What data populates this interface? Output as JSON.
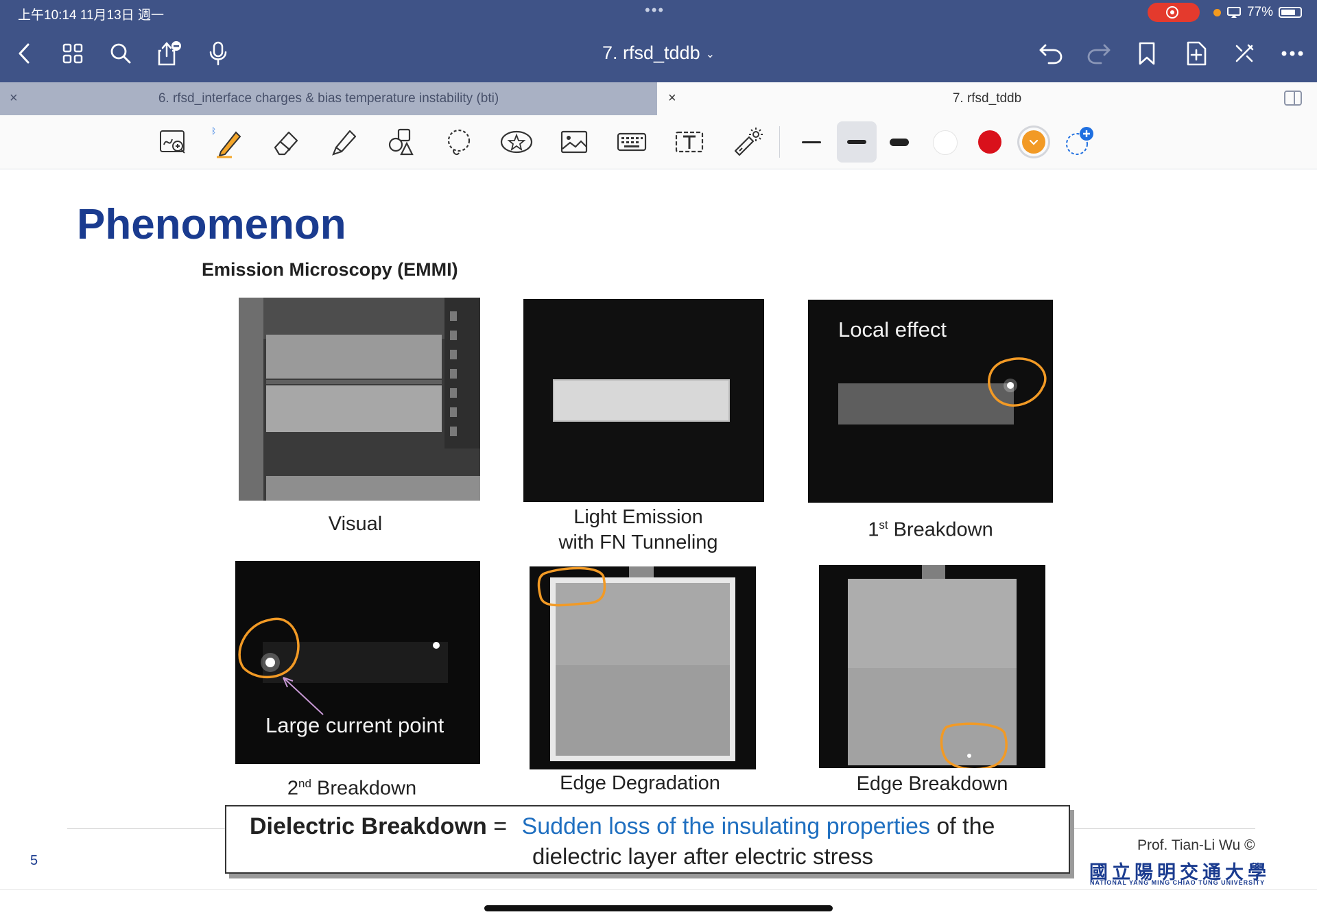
{
  "status_bar": {
    "time": "上午10:14   11月13日 週一",
    "dots": "•••",
    "battery": "77%",
    "battery_level": 0.77
  },
  "nav": {
    "title": "7. rfsd_tddb",
    "chevron": "⌄"
  },
  "tabs": [
    {
      "label": "6. rfsd_interface charges & bias temperature instability (bti)",
      "close": "×"
    },
    {
      "label": "7. rfsd_tddb",
      "close": "×"
    }
  ],
  "toolbar": {
    "colors": {
      "white": "#ffffff",
      "red": "#d9111b",
      "orange": "#f29a25"
    }
  },
  "slide": {
    "title": "Phenomenon",
    "subtitle": "Emission Microscopy (EMMI)",
    "panels": [
      {
        "caption_line1": "Visual",
        "caption_line2": ""
      },
      {
        "caption_line1": "Light Emission",
        "caption_line2": "with FN Tunneling"
      },
      {
        "caption_prefix": "1",
        "caption_sup": "st",
        "caption_rest": " Breakdown",
        "overlay": "Local effect"
      },
      {
        "caption_prefix": "2",
        "caption_sup": "nd",
        "caption_rest": " Breakdown",
        "overlay": "Large current point"
      },
      {
        "caption_line1": "Edge Degradation"
      },
      {
        "caption_line1": "Edge Breakdown"
      }
    ],
    "definition": {
      "term": "Dielectric Breakdown",
      "equals": " = ",
      "highlight": "Sudden loss of the insulating properties",
      "rest1": " of the",
      "line2": "dielectric layer after electric stress"
    },
    "page_number": "5",
    "author": "Prof. Tian-Li Wu ©",
    "university_zh": "國立陽明交通大學",
    "university_en": "NATIONAL YANG MING CHIAO TUNG UNIVERSITY"
  }
}
